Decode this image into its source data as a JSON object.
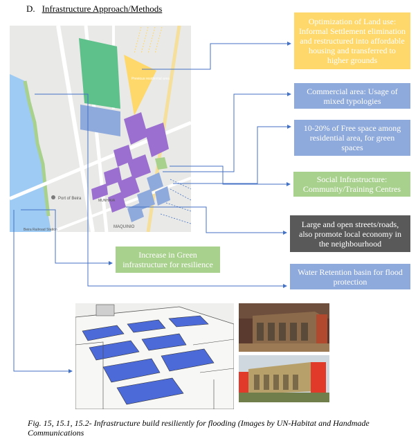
{
  "heading": {
    "letter": "D.",
    "title": "Infrastructure Approach/Methods"
  },
  "map": {
    "area_label": "Previous residential area",
    "port_label": "Port of Beira",
    "station_label": "Beira Railroad Station",
    "district_label": "MAQUINIO",
    "street_label": "MUNHAVA"
  },
  "boxes": {
    "land_use": "Optimization of Land use: Informal Settlement elimination and restructured into affordable housing  and transferred to higher grounds",
    "commercial": "Commercial area: Usage of mixed typologies",
    "free_space": "10-20% of Free space among residential area, for green spaces",
    "social": "Social Infrastructure: Community/Training Centres",
    "streets": "Large and open streets/roads, also promote local economy in the neighbourhood",
    "water": "Water Retention basin for flood protection",
    "green": "Increase in Green infrastructure for resilience"
  },
  "caption": "Fig. 15, 15.1, 15.2- Infrastructure build resiliently for flooding (Images by UN-Habitat and Handmade Communications",
  "colors": {
    "yellow": "#ffd86b",
    "blue": "#8ea9db",
    "green": "#a9d18e",
    "dark": "#595959",
    "connector": "#4472c4",
    "purple": "#9b6fcf"
  }
}
